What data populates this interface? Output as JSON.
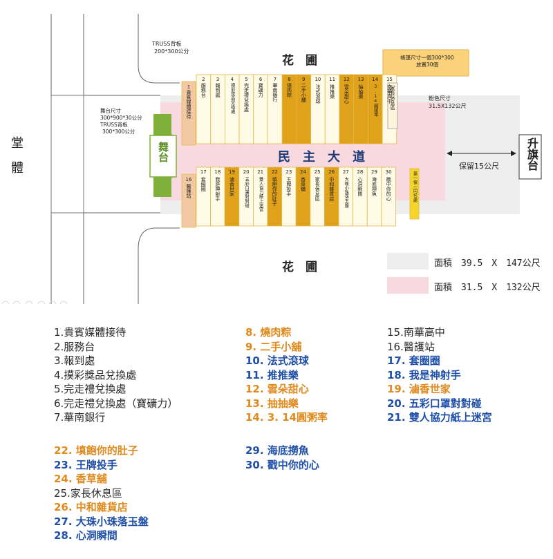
{
  "map": {
    "labels": {
      "hall": "堂體",
      "stage": "舞台",
      "flag_stage": "升旗台",
      "garden_top": "花　圃",
      "garden_bottom": "花　圃",
      "road": "民　主　大　道",
      "reserve": "保留15公尺",
      "truss_top_title": "TRUSS背板",
      "truss_top_size": "200*300公分",
      "stage_size_title": "舞台尺寸",
      "stage_size_value": "300*900*30公分",
      "truss_left_title": "TRUSS背板",
      "truss_left_size": "300*300公分",
      "tent_note_1": "帳篷尺寸一個300*300",
      "tent_note_2": "放置30個",
      "pink_size_title": "粉色尺寸",
      "pink_size_value": "31.5X132公尺",
      "area_gray": "面積　39.5　X　147公尺",
      "area_pink": "面積　31.5　X　132公尺"
    },
    "booths_top": [
      {
        "num": "1",
        "name": "貴賓媒體接待",
        "type": "vip"
      },
      {
        "num": "2",
        "name": "服務台",
        "type": "light"
      },
      {
        "num": "3",
        "name": "報到處",
        "type": "light"
      },
      {
        "num": "4",
        "name": "摸彩獎品兌換處",
        "type": "light"
      },
      {
        "num": "5",
        "name": "完走禮兌換處",
        "type": "light"
      },
      {
        "num": "6",
        "name": "寶礦力",
        "type": "light"
      },
      {
        "num": "7",
        "name": "華南銀行",
        "type": "light"
      },
      {
        "num": "8",
        "name": "燒肉粽",
        "type": "dark"
      },
      {
        "num": "9",
        "name": "二手小舖",
        "type": "dark"
      },
      {
        "num": "10",
        "name": "法式滾球",
        "type": "light"
      },
      {
        "num": "11",
        "name": "推推樂",
        "type": "light"
      },
      {
        "num": "12",
        "name": "雲朵甜心",
        "type": "dark"
      },
      {
        "num": "13",
        "name": "抽抽樂",
        "type": "dark"
      },
      {
        "num": "14",
        "name": "3.14圓粥率",
        "type": "dark"
      },
      {
        "num": "15",
        "name": "南華高中",
        "type": "light"
      },
      {
        "num": "",
        "name": "家長休息區",
        "type": "rest"
      }
    ],
    "booths_bottom": [
      {
        "num": "16",
        "name": "醫護站",
        "type": "vip"
      },
      {
        "num": "17",
        "name": "套圈圈",
        "type": "light"
      },
      {
        "num": "18",
        "name": "我是神射手",
        "type": "light"
      },
      {
        "num": "19",
        "name": "滷香世家",
        "type": "dark"
      },
      {
        "num": "20",
        "name": "五彩口罩對對碰",
        "type": "light"
      },
      {
        "num": "21",
        "name": "雙人協力紙上迷宮",
        "type": "light"
      },
      {
        "num": "22",
        "name": "填飽你的肚子",
        "type": "dark"
      },
      {
        "num": "23",
        "name": "王牌投手",
        "type": "light"
      },
      {
        "num": "24",
        "name": "香草舖",
        "type": "dark"
      },
      {
        "num": "25",
        "name": "家長休息區",
        "type": "light"
      },
      {
        "num": "26",
        "name": "中和雜貨店",
        "type": "dark"
      },
      {
        "num": "27",
        "name": "大珠小珠落玉盤",
        "type": "light"
      },
      {
        "num": "28",
        "name": "心洞瞬間",
        "type": "light"
      },
      {
        "num": "29",
        "name": "海底撈魚",
        "type": "light"
      },
      {
        "num": "30",
        "name": "戳中你的心",
        "type": "light"
      },
      {
        "num": "",
        "name": "第一保一同名處",
        "type": "yellow"
      }
    ]
  },
  "legend": {
    "col1": [
      {
        "text": "1.貴賓媒體接待",
        "color": "black"
      },
      {
        "text": "2.服務台",
        "color": "black"
      },
      {
        "text": "3.報到處",
        "color": "black"
      },
      {
        "text": "4.摸彩獎品兌換處",
        "color": "black"
      },
      {
        "text": "5.完走禮兌換處",
        "color": "black"
      },
      {
        "text": "6.完走禮兌換處（寶礦力）",
        "color": "black"
      },
      {
        "text": "7.華南銀行",
        "color": "black"
      }
    ],
    "col2": [
      {
        "text": "8. 燒肉粽",
        "color": "orange"
      },
      {
        "text": "9. 二手小舖",
        "color": "orange"
      },
      {
        "text": "10. 法式滾球",
        "color": "blue"
      },
      {
        "text": "11. 推推樂",
        "color": "blue"
      },
      {
        "text": "12. 雲朵甜心",
        "color": "orange"
      },
      {
        "text": "13. 抽抽樂",
        "color": "orange"
      },
      {
        "text": "14. 3. 14圓粥率",
        "color": "orange"
      }
    ],
    "col3": [
      {
        "text": "15.南華高中",
        "color": "black"
      },
      {
        "text": "16.醫護站",
        "color": "black"
      },
      {
        "text": "17. 套圈圈",
        "color": "blue"
      },
      {
        "text": "18. 我是神射手",
        "color": "blue"
      },
      {
        "text": "19. 滷香世家",
        "color": "orange"
      },
      {
        "text": "20. 五彩口罩對對碰",
        "color": "blue"
      },
      {
        "text": "21. 雙人協力紙上迷宮",
        "color": "blue"
      }
    ],
    "col4": [
      {
        "text": "22. 填飽你的肚子",
        "color": "orange"
      },
      {
        "text": "23. 王牌投手",
        "color": "blue"
      },
      {
        "text": "24. 香草舖",
        "color": "orange"
      },
      {
        "text": "25.家長休息區",
        "color": "black"
      },
      {
        "text": "26. 中和雜貨店",
        "color": "orange"
      },
      {
        "text": "27. 大珠小珠落玉盤",
        "color": "blue"
      },
      {
        "text": "28. 心洞瞬間",
        "color": "blue"
      }
    ],
    "col5": [
      {
        "text": "29. 海底撈魚",
        "color": "blue"
      },
      {
        "text": "30. 戳中你的心",
        "color": "blue"
      }
    ]
  },
  "colors": {
    "light_booth": "#fffbe6",
    "dark_booth": "#e0a21a",
    "booth_border": "#e3b84a",
    "vip_booth": "#f3c9a3",
    "stage_green": "#7fb13a",
    "pink_area": "#f8d9df",
    "gray_area": "#eeeeee",
    "tent_note_bg": "#fbd27a",
    "yellow_booth": "#f6d52a",
    "orange_text": "#e08a1e",
    "blue_text": "#1f4fa8"
  }
}
